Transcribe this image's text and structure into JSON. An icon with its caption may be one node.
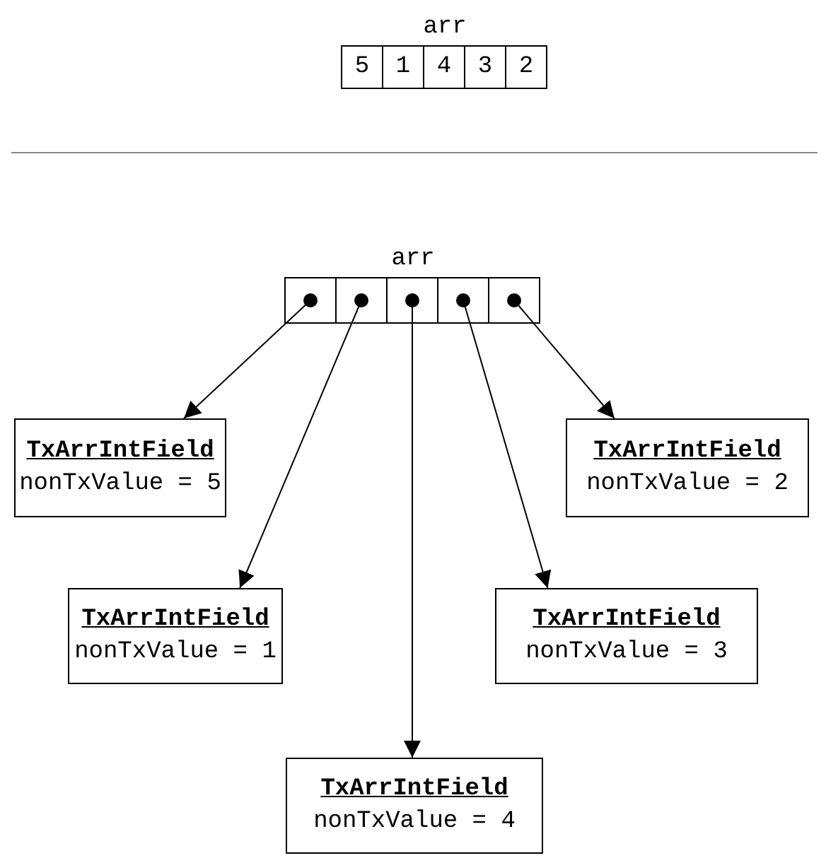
{
  "diagram": {
    "nodes": [
      {
        "text": [
          "arr"
        ]
      },
      {
        "text": [
          "5"
        ],
        "in": 0
      },
      {
        "text": [
          "1"
        ],
        "in": 0
      },
      {
        "text": [
          "4"
        ],
        "in": 0
      },
      {
        "text": [
          "3"
        ],
        "in": 0
      },
      {
        "text": [
          "2"
        ],
        "in": 0
      },
      {
        "text": [
          "arr"
        ]
      },
      {
        "text": [],
        "shape": "box",
        "in": 6
      },
      {
        "text": [],
        "shape": "box",
        "in": 6
      },
      {
        "text": [],
        "shape": "box",
        "in": 6
      },
      {
        "text": [],
        "shape": "box",
        "in": 6
      },
      {
        "text": [],
        "shape": "box",
        "in": 6
      },
      {
        "text": [
          "TxArrIntField",
          "nonTxValue = 5"
        ]
      },
      {
        "text": [
          "TxArrIntField",
          "nonTxValue = 2"
        ]
      },
      {
        "text": [
          "TxArrIntField",
          "nonTxValue = 1"
        ]
      },
      {
        "text": [
          "TxArrIntField",
          "nonTxValue = 3"
        ]
      },
      {
        "text": [
          "TxArrIntField",
          "nonTxValue = 4"
        ]
      }
    ],
    "edges": [
      {
        "from": 7,
        "to": 12,
        "arrow": "to"
      },
      {
        "from": 8,
        "to": 14,
        "arrow": "to"
      },
      {
        "from": 9,
        "to": 16,
        "arrow": "to"
      },
      {
        "from": 10,
        "to": 15,
        "arrow": "to"
      },
      {
        "from": 11,
        "to": 13,
        "arrow": "to"
      }
    ]
  }
}
